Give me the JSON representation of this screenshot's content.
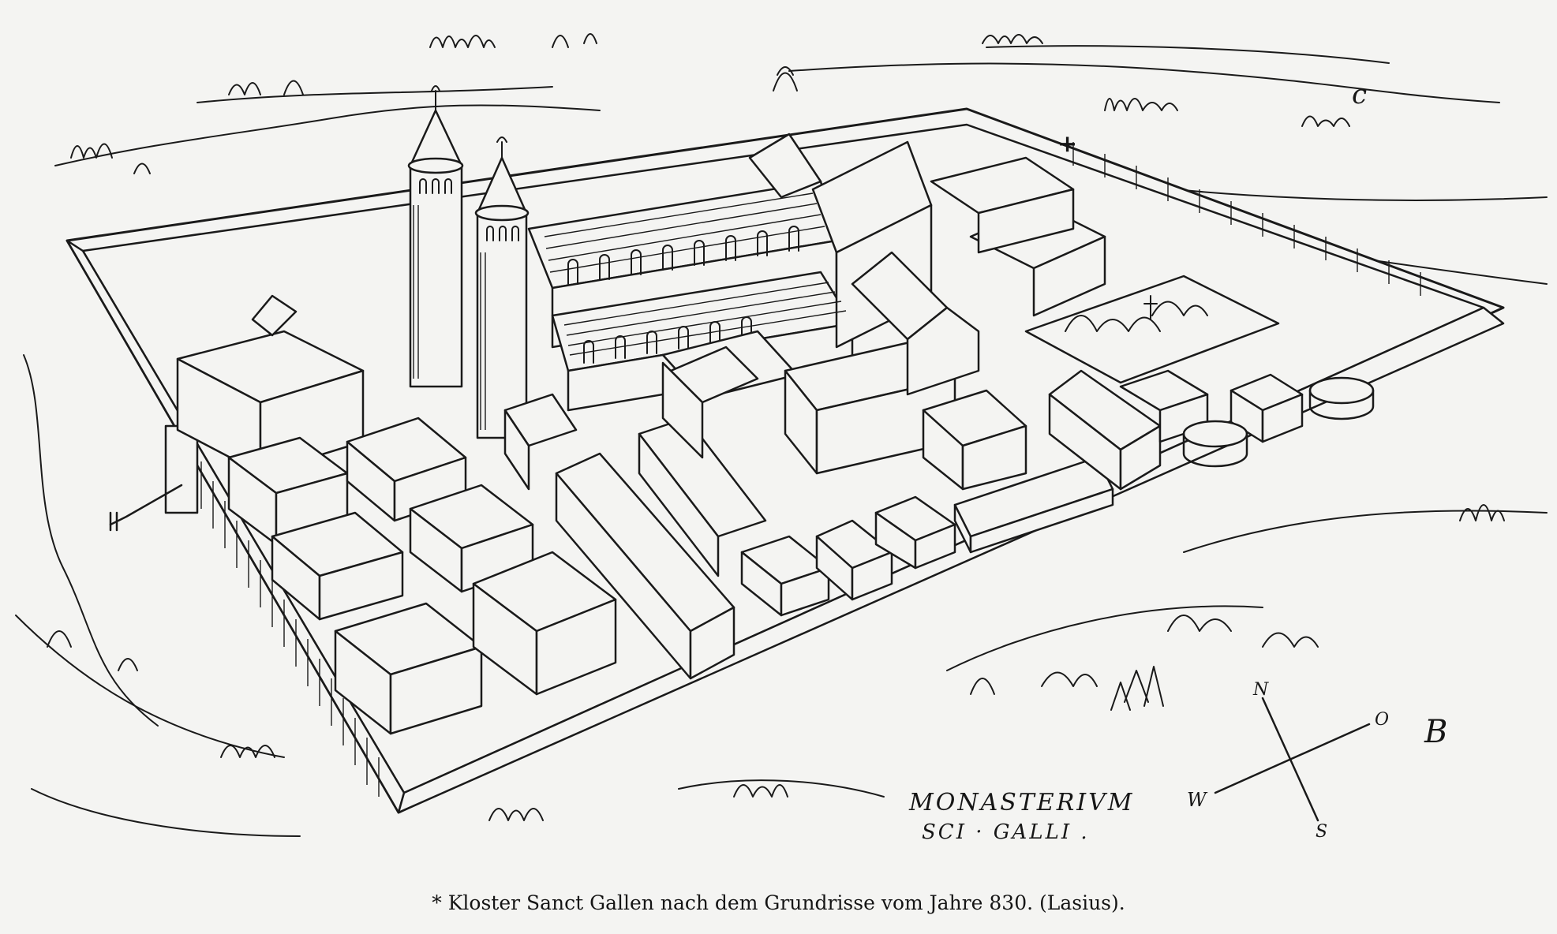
{
  "figure": {
    "caption": "* Kloster Sanct Gallen nach dem Grundrisse vom Jahre 830. (Lasius).",
    "inscription": {
      "line1": "MONASTERIVM",
      "line2": "SCI · GALLI ."
    },
    "compass": {
      "north": "N",
      "east": "O",
      "south": "S",
      "west": "W"
    },
    "corner_mark": "B",
    "margin_mark_top_right": "c",
    "wall_cross_mark": "+",
    "colors": {
      "paper": "#f4f4f2",
      "ink": "#1a1a1a"
    }
  }
}
